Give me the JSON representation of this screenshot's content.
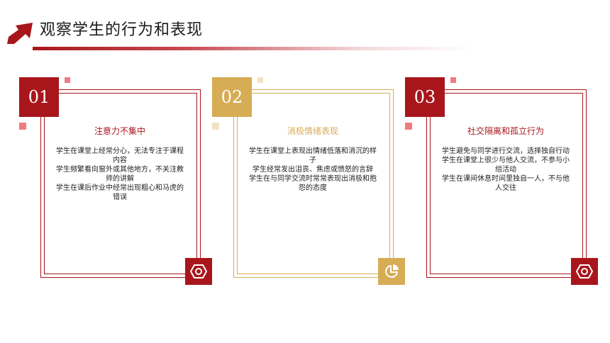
{
  "header": {
    "title": "观察学生的行为和表现"
  },
  "colors": {
    "red": "#a8161c",
    "gold": "#d6ac55",
    "light_red": "#f07c80",
    "light_gold": "#f2e2c2"
  },
  "cards": [
    {
      "number": "01",
      "heading": "注意力不集中",
      "lines": [
        "学生在课堂上经常分心，无法专注于课程内容",
        "学生频繁看向窗外或其他地方，不关注教师的讲解",
        "学生在课后作业中经常出现粗心和马虎的错误"
      ],
      "icon": "hexagon-nut-icon"
    },
    {
      "number": "02",
      "heading": "消极情绪表现",
      "lines": [
        "学生在课堂上表现出情绪低落和消沉的样子",
        "学生经常发出沮丧、焦虑或愤怒的言辞",
        "学生在与同学交流时常常表现出消极和抱怨的态度"
      ],
      "icon": "pie-chart-icon"
    },
    {
      "number": "03",
      "heading": "社交隔离和孤立行为",
      "lines": [
        "学生避免与同学进行交流，选择独自行动",
        "学生在课堂上很少与他人交流，不参与小组活动",
        "学生在课间休息时间里独自一人，不与他人交往"
      ],
      "icon": "hexagon-nut-icon"
    }
  ]
}
